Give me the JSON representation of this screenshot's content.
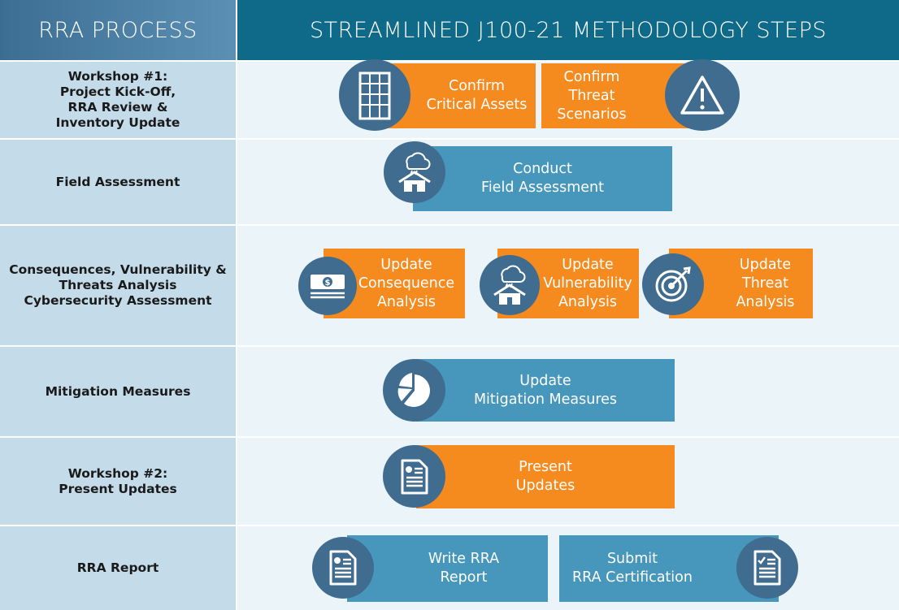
{
  "header": {
    "left_title": "RRA PROCESS",
    "right_title": "STREAMLINED J100-21 METHODOLOGY STEPS"
  },
  "rows": [
    {
      "label": "Workshop #1:\nProject Kick-Off,\nRRA Review &\nInventory Update",
      "steps": [
        {
          "text": "Confirm\nCritical Assets",
          "color": "#f58a1f",
          "icon": "building-icon"
        },
        {
          "text": "Confirm\nThreat\nScenarios",
          "color": "#f58a1f",
          "icon": "warning-icon"
        }
      ]
    },
    {
      "label": "Field Assessment",
      "steps": [
        {
          "text": "Conduct\nField Assessment",
          "color": "#4697bb",
          "icon": "storm-house-icon"
        }
      ]
    },
    {
      "label": "Consequences, Vulnerability &\nThreats Analysis\nCybersecurity Assessment",
      "steps": [
        {
          "text": "Update\nConsequence\nAnalysis",
          "color": "#f58a1f",
          "icon": "money-stack-icon"
        },
        {
          "text": "Update\nVulnerability\nAnalysis",
          "color": "#f58a1f",
          "icon": "storm-house-icon"
        },
        {
          "text": "Update\nThreat\nAnalysis",
          "color": "#f58a1f",
          "icon": "target-icon"
        }
      ]
    },
    {
      "label": "Mitigation Measures",
      "steps": [
        {
          "text": "Update\nMitigation Measures",
          "color": "#4697bb",
          "icon": "pie-chart-icon"
        }
      ]
    },
    {
      "label": "Workshop #2:\nPresent Updates",
      "steps": [
        {
          "text": "Present\nUpdates",
          "color": "#f58a1f",
          "icon": "document-icon"
        }
      ]
    },
    {
      "label": "RRA Report",
      "steps": [
        {
          "text": "Write RRA\nReport",
          "color": "#4697bb",
          "icon": "document-icon"
        },
        {
          "text": "Submit\nRRA Certification",
          "color": "#4697bb",
          "icon": "checklist-document-icon"
        }
      ]
    }
  ]
}
